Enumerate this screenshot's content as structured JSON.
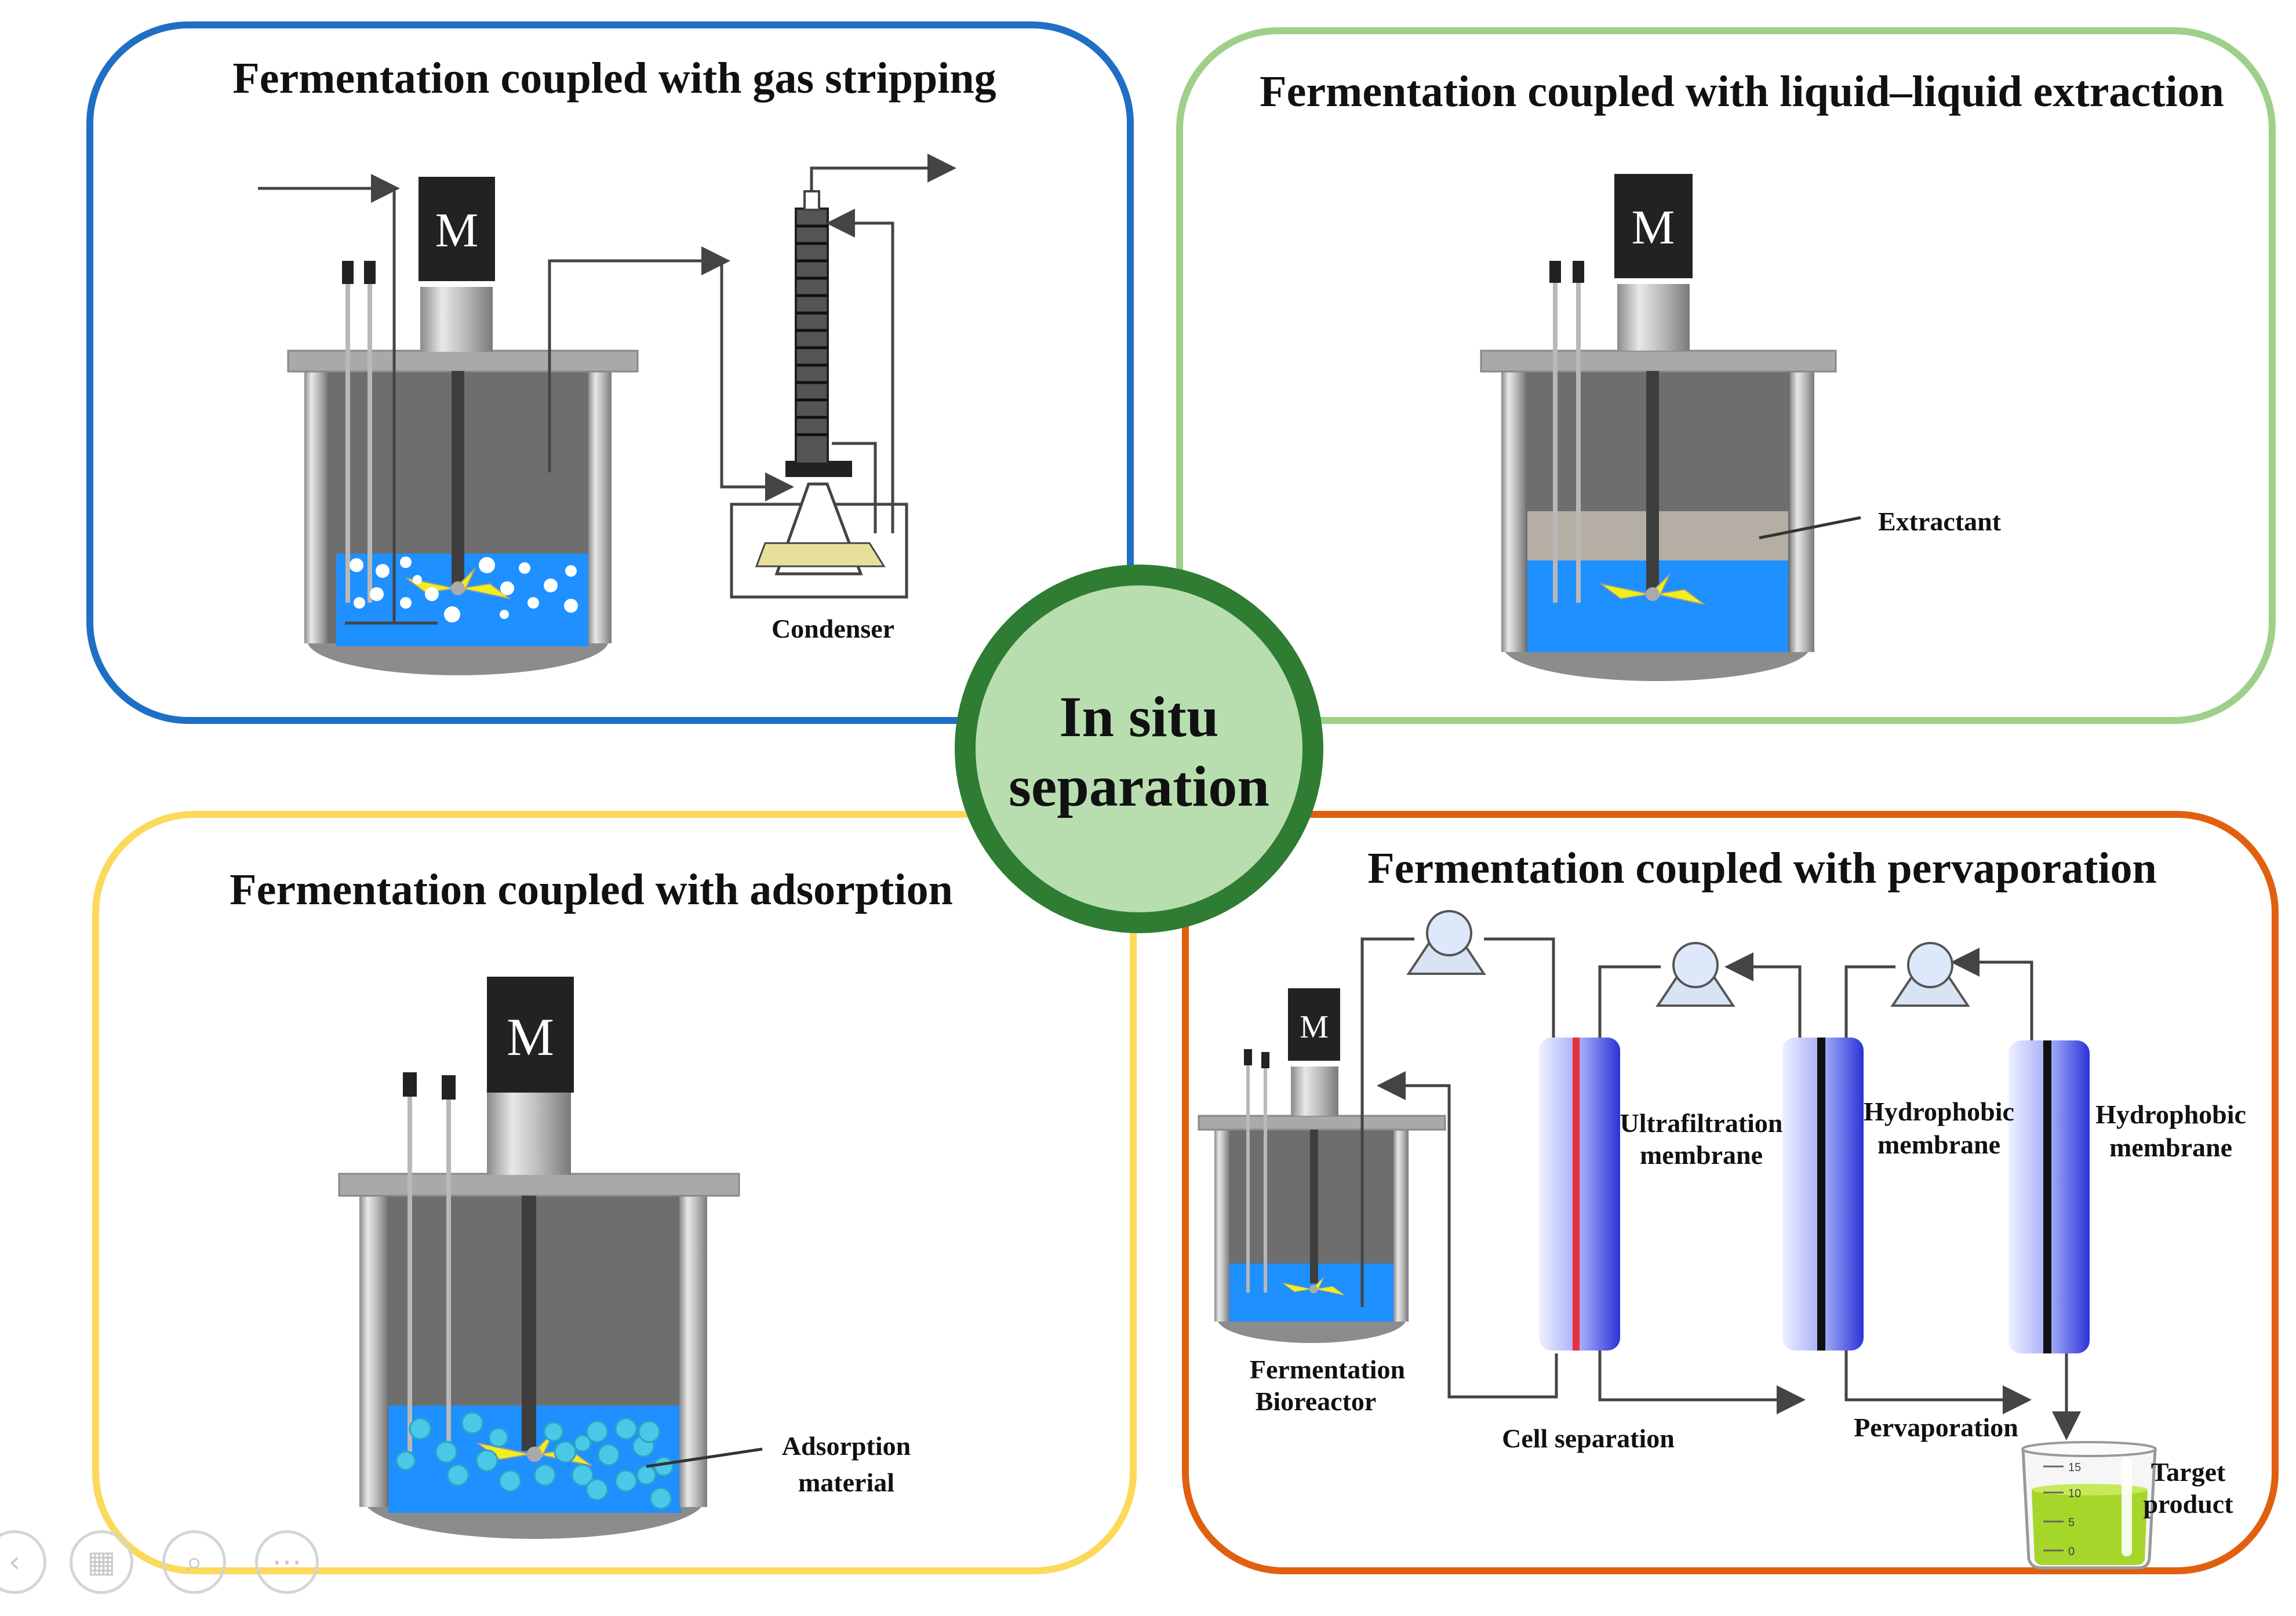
{
  "center": {
    "line1": "In situ",
    "line2": "separation",
    "colors": {
      "ring": "#2e7d32",
      "fill": "#b8deb0"
    }
  },
  "panels": {
    "gas_stripping": {
      "title": "Fermentation coupled with gas stripping",
      "motor": "M",
      "condenser_label": "Condenser",
      "border_color": "#1f6fc4"
    },
    "extraction": {
      "title": "Fermentation coupled with liquid–liquid extraction",
      "motor": "M",
      "extractant_label": "Extractant",
      "border_color": "#9ed08a"
    },
    "adsorption": {
      "title": "Fermentation coupled with adsorption",
      "motor": "M",
      "material_label_1": "Adsorption",
      "material_label_2": "material",
      "border_color": "#fcd95a"
    },
    "pervaporation": {
      "title": "Fermentation coupled with pervaporation",
      "motor": "M",
      "bioreactor_label_1": "Fermentation",
      "bioreactor_label_2": "Bioreactor",
      "uf_label_1": "Ultrafiltration",
      "uf_label_2": "membrane",
      "hydro1_label_1": "Hydrophobic",
      "hydro1_label_2": "membrane",
      "hydro2_label_1": "Hydrophobic",
      "hydro2_label_2": "membrane",
      "cell_sep_label": "Cell separation",
      "perv_label": "Pervaporation",
      "target_label_1": "Target",
      "target_label_2": "product",
      "beaker_ticks": [
        "15",
        "10",
        "5",
        "0"
      ],
      "border_color": "#e06010"
    }
  },
  "colors": {
    "liquid": "#1e90ff",
    "tank_dark": "#6e6e6e",
    "tank_light": "#c7c7c7",
    "extractant_layer": "#b5aea4",
    "impeller": "#f2ee1c",
    "membrane_red": "#e8303a",
    "target_liquid": "#a6d62a"
  },
  "viewer_controls": [
    {
      "name": "prev-icon",
      "glyph": "‹"
    },
    {
      "name": "gallery-icon",
      "glyph": "▦"
    },
    {
      "name": "zoom-icon",
      "glyph": "⌕"
    },
    {
      "name": "more-icon",
      "glyph": "⋯"
    }
  ]
}
